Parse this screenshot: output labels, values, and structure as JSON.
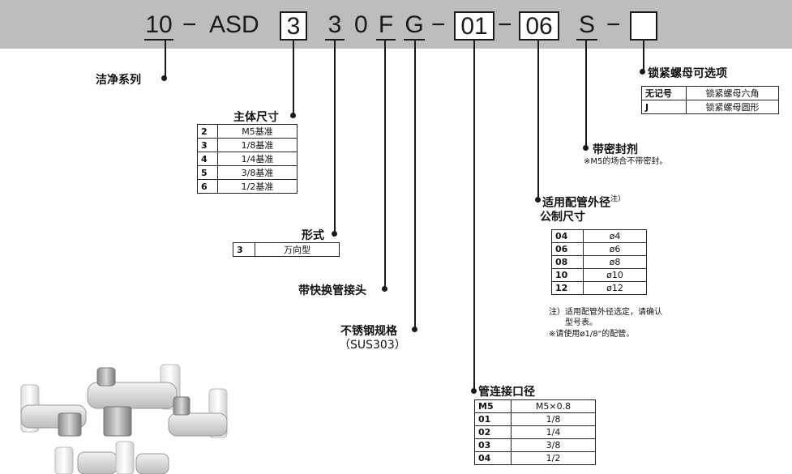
{
  "code": {
    "series": "10",
    "dash1": "−",
    "model": "ASD",
    "size_box": "3",
    "form": "3",
    "zero": "0",
    "f": "F",
    "g": "G",
    "dash2": "−",
    "port_box": "01",
    "dash3": "−",
    "tube_box": "06",
    "s": "S",
    "dash4": "−",
    "option_box": ""
  },
  "labels": {
    "clean_series": "洁净系列",
    "body_size": "主体尺寸",
    "form": "形式",
    "one_touch": "带快换管接头",
    "stainless_line1": "不锈钢规格",
    "stainless_line2": "（SUS303）",
    "lock_nut": "锁紧螺母可选项",
    "sealant": "带密封剂",
    "sealant_note": "※M5的场合不带密封。",
    "tube_od": "适用配管外径",
    "tube_od_sup": "注）",
    "metric": "公制尺寸",
    "tube_note1": "注）适用配管外径选定，请确认",
    "tube_note2": "型号表。",
    "tube_note3": "※请使用ø1/8\"的配管。",
    "port_size": "管连接口径"
  },
  "tables": {
    "body_size": [
      {
        "k": "2",
        "v": "M5基准"
      },
      {
        "k": "3",
        "v": "1/8基准"
      },
      {
        "k": "4",
        "v": "1/4基准"
      },
      {
        "k": "5",
        "v": "3/8基准"
      },
      {
        "k": "6",
        "v": "1/2基准"
      }
    ],
    "form": [
      {
        "k": "3",
        "v": "万向型"
      }
    ],
    "lock_nut": [
      {
        "k": "无记号",
        "v": "锁紧螺母六角"
      },
      {
        "k": "J",
        "v": "锁紧螺母圆形"
      }
    ],
    "tube_od": [
      {
        "k": "04",
        "v": "ø4"
      },
      {
        "k": "06",
        "v": "ø6"
      },
      {
        "k": "08",
        "v": "ø8"
      },
      {
        "k": "10",
        "v": "ø10"
      },
      {
        "k": "12",
        "v": "ø12"
      }
    ],
    "port_size": [
      {
        "k": "M5",
        "v": "M5×0.8"
      },
      {
        "k": "01",
        "v": "1/8"
      },
      {
        "k": "02",
        "v": "1/4"
      },
      {
        "k": "03",
        "v": "3/8"
      },
      {
        "k": "04",
        "v": "1/2"
      }
    ]
  },
  "colors": {
    "banner": "#bdbdbd",
    "ink": "#1a1a1a",
    "fitting_body": "#dcdcdc",
    "fitting_metal": "#a8a8a8",
    "fitting_tube": "#f4f4f4"
  }
}
